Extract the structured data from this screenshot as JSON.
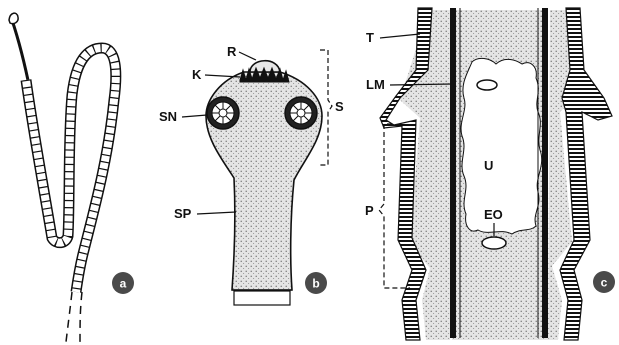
{
  "figure": {
    "panels": [
      {
        "id": "a",
        "badge": "a",
        "labels": []
      },
      {
        "id": "b",
        "badge": "b",
        "labels": [
          "R",
          "K",
          "SN",
          "S",
          "SP"
        ]
      },
      {
        "id": "c",
        "badge": "c",
        "labels": [
          "T",
          "LM",
          "U",
          "P",
          "EO"
        ]
      }
    ]
  },
  "colors": {
    "ink": "#111111",
    "stipple": "#cfcfcf",
    "badge": "#4a4a4a"
  }
}
